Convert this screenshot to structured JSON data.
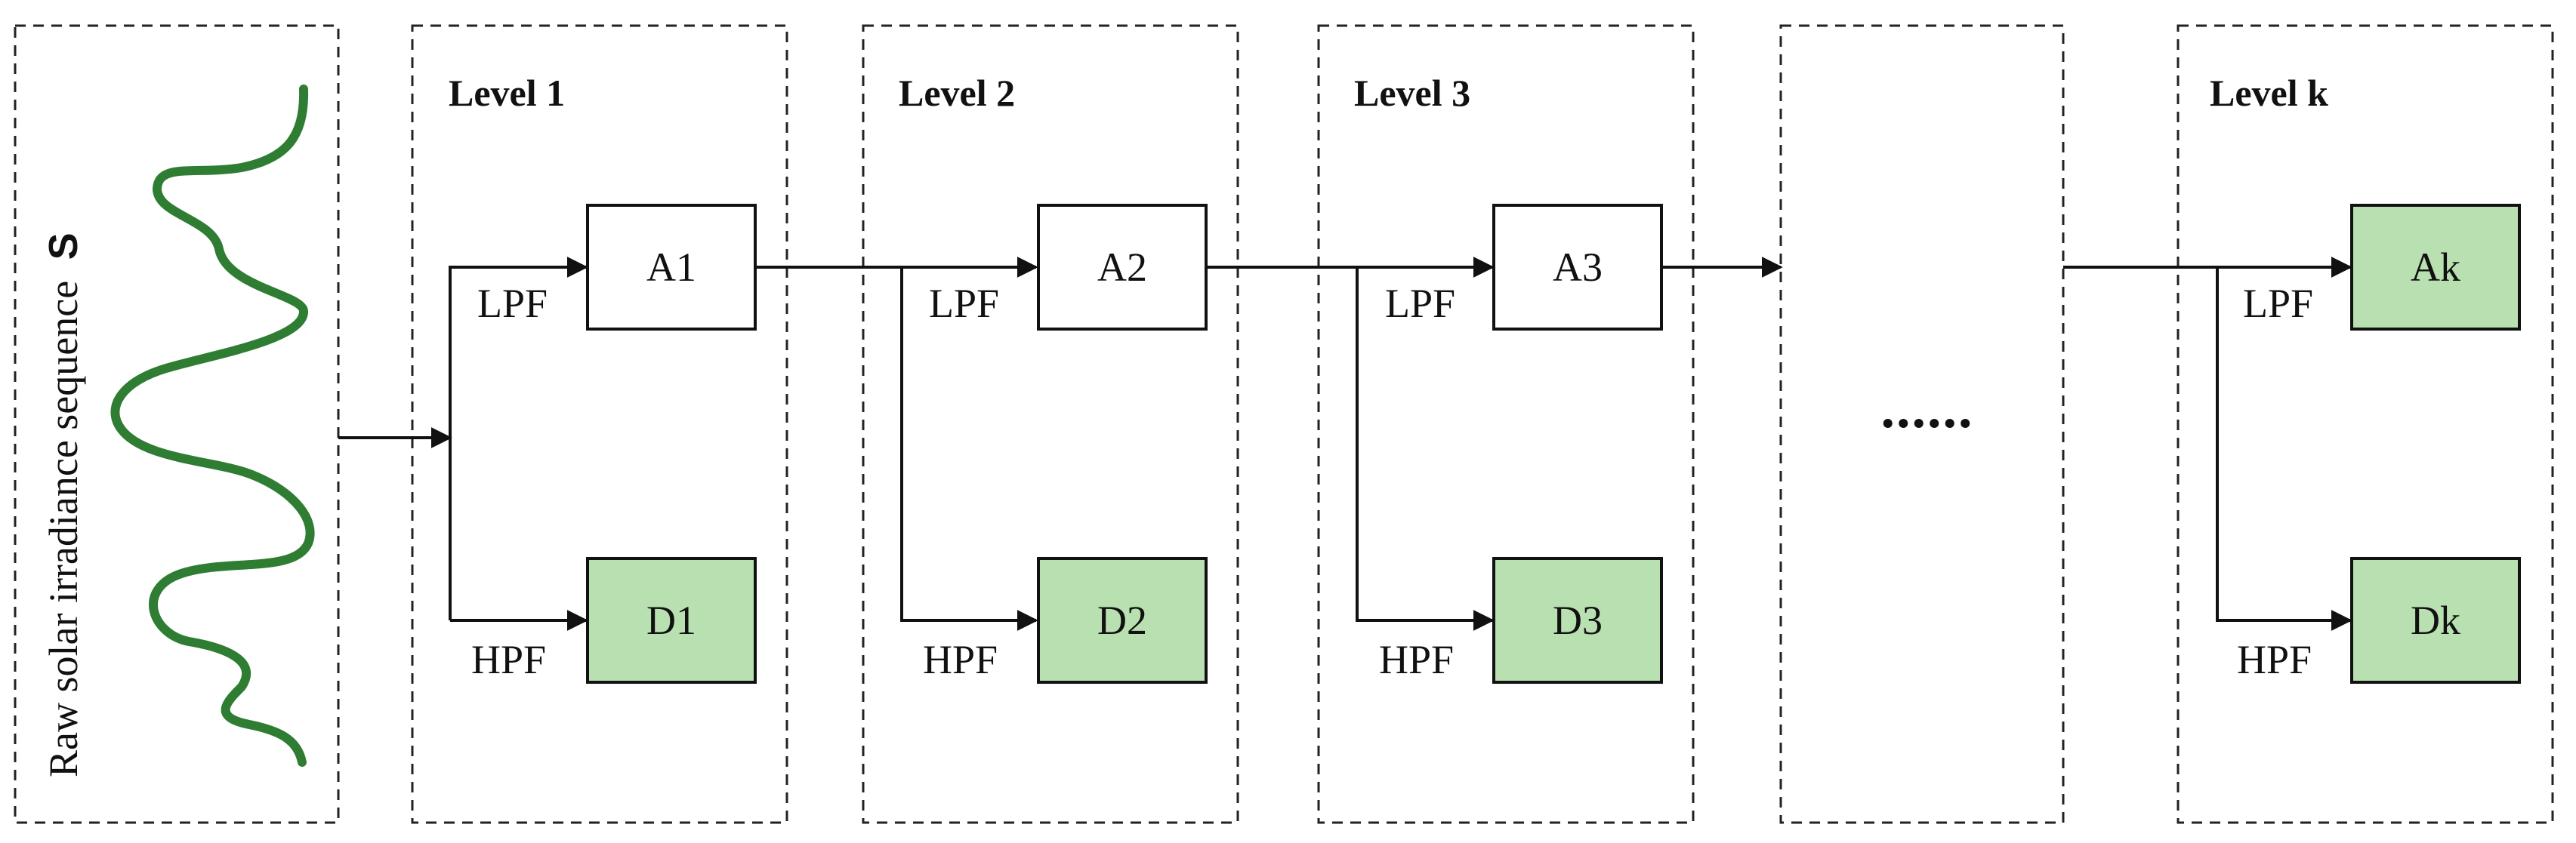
{
  "input": {
    "title": "Raw solar irradiance sequence",
    "symbol": "S",
    "signal_color": "#2e7d32"
  },
  "colors": {
    "approx_fill": "#ffffff",
    "final_fill": "#b9e0b1",
    "line": "#111111"
  },
  "filters": {
    "low": "LPF",
    "high": "HPF"
  },
  "levels": [
    {
      "title": "Level 1",
      "approx": "A1",
      "detail": "D1"
    },
    {
      "title": "Level 2",
      "approx": "A2",
      "detail": "D2"
    },
    {
      "title": "Level 3",
      "approx": "A3",
      "detail": "D3"
    },
    {
      "title": "Level k",
      "approx": "Ak",
      "detail": "Dk"
    }
  ],
  "ellipsis": "......"
}
